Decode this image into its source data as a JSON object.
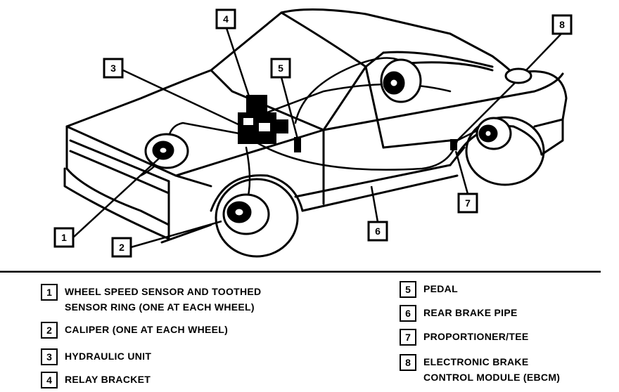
{
  "callouts": [
    "1",
    "2",
    "3",
    "4",
    "5",
    "6",
    "7",
    "8"
  ],
  "legend": [
    {
      "num": "1",
      "line1": "WHEEL SPEED SENSOR AND TOOTHED",
      "line2": "SENSOR RING (ONE AT EACH WHEEL)"
    },
    {
      "num": "2",
      "line1": "CALIPER (ONE AT EACH WHEEL)",
      "line2": ""
    },
    {
      "num": "3",
      "line1": "HYDRAULIC UNIT",
      "line2": ""
    },
    {
      "num": "4",
      "line1": "RELAY BRACKET",
      "line2": ""
    },
    {
      "num": "5",
      "line1": "PEDAL",
      "line2": ""
    },
    {
      "num": "6",
      "line1": "REAR BRAKE PIPE",
      "line2": ""
    },
    {
      "num": "7",
      "line1": "PROPORTIONER/TEE",
      "line2": ""
    },
    {
      "num": "8",
      "line1": "ELECTRONIC BRAKE",
      "line2": "CONTROL MODULE (EBCM)"
    }
  ]
}
